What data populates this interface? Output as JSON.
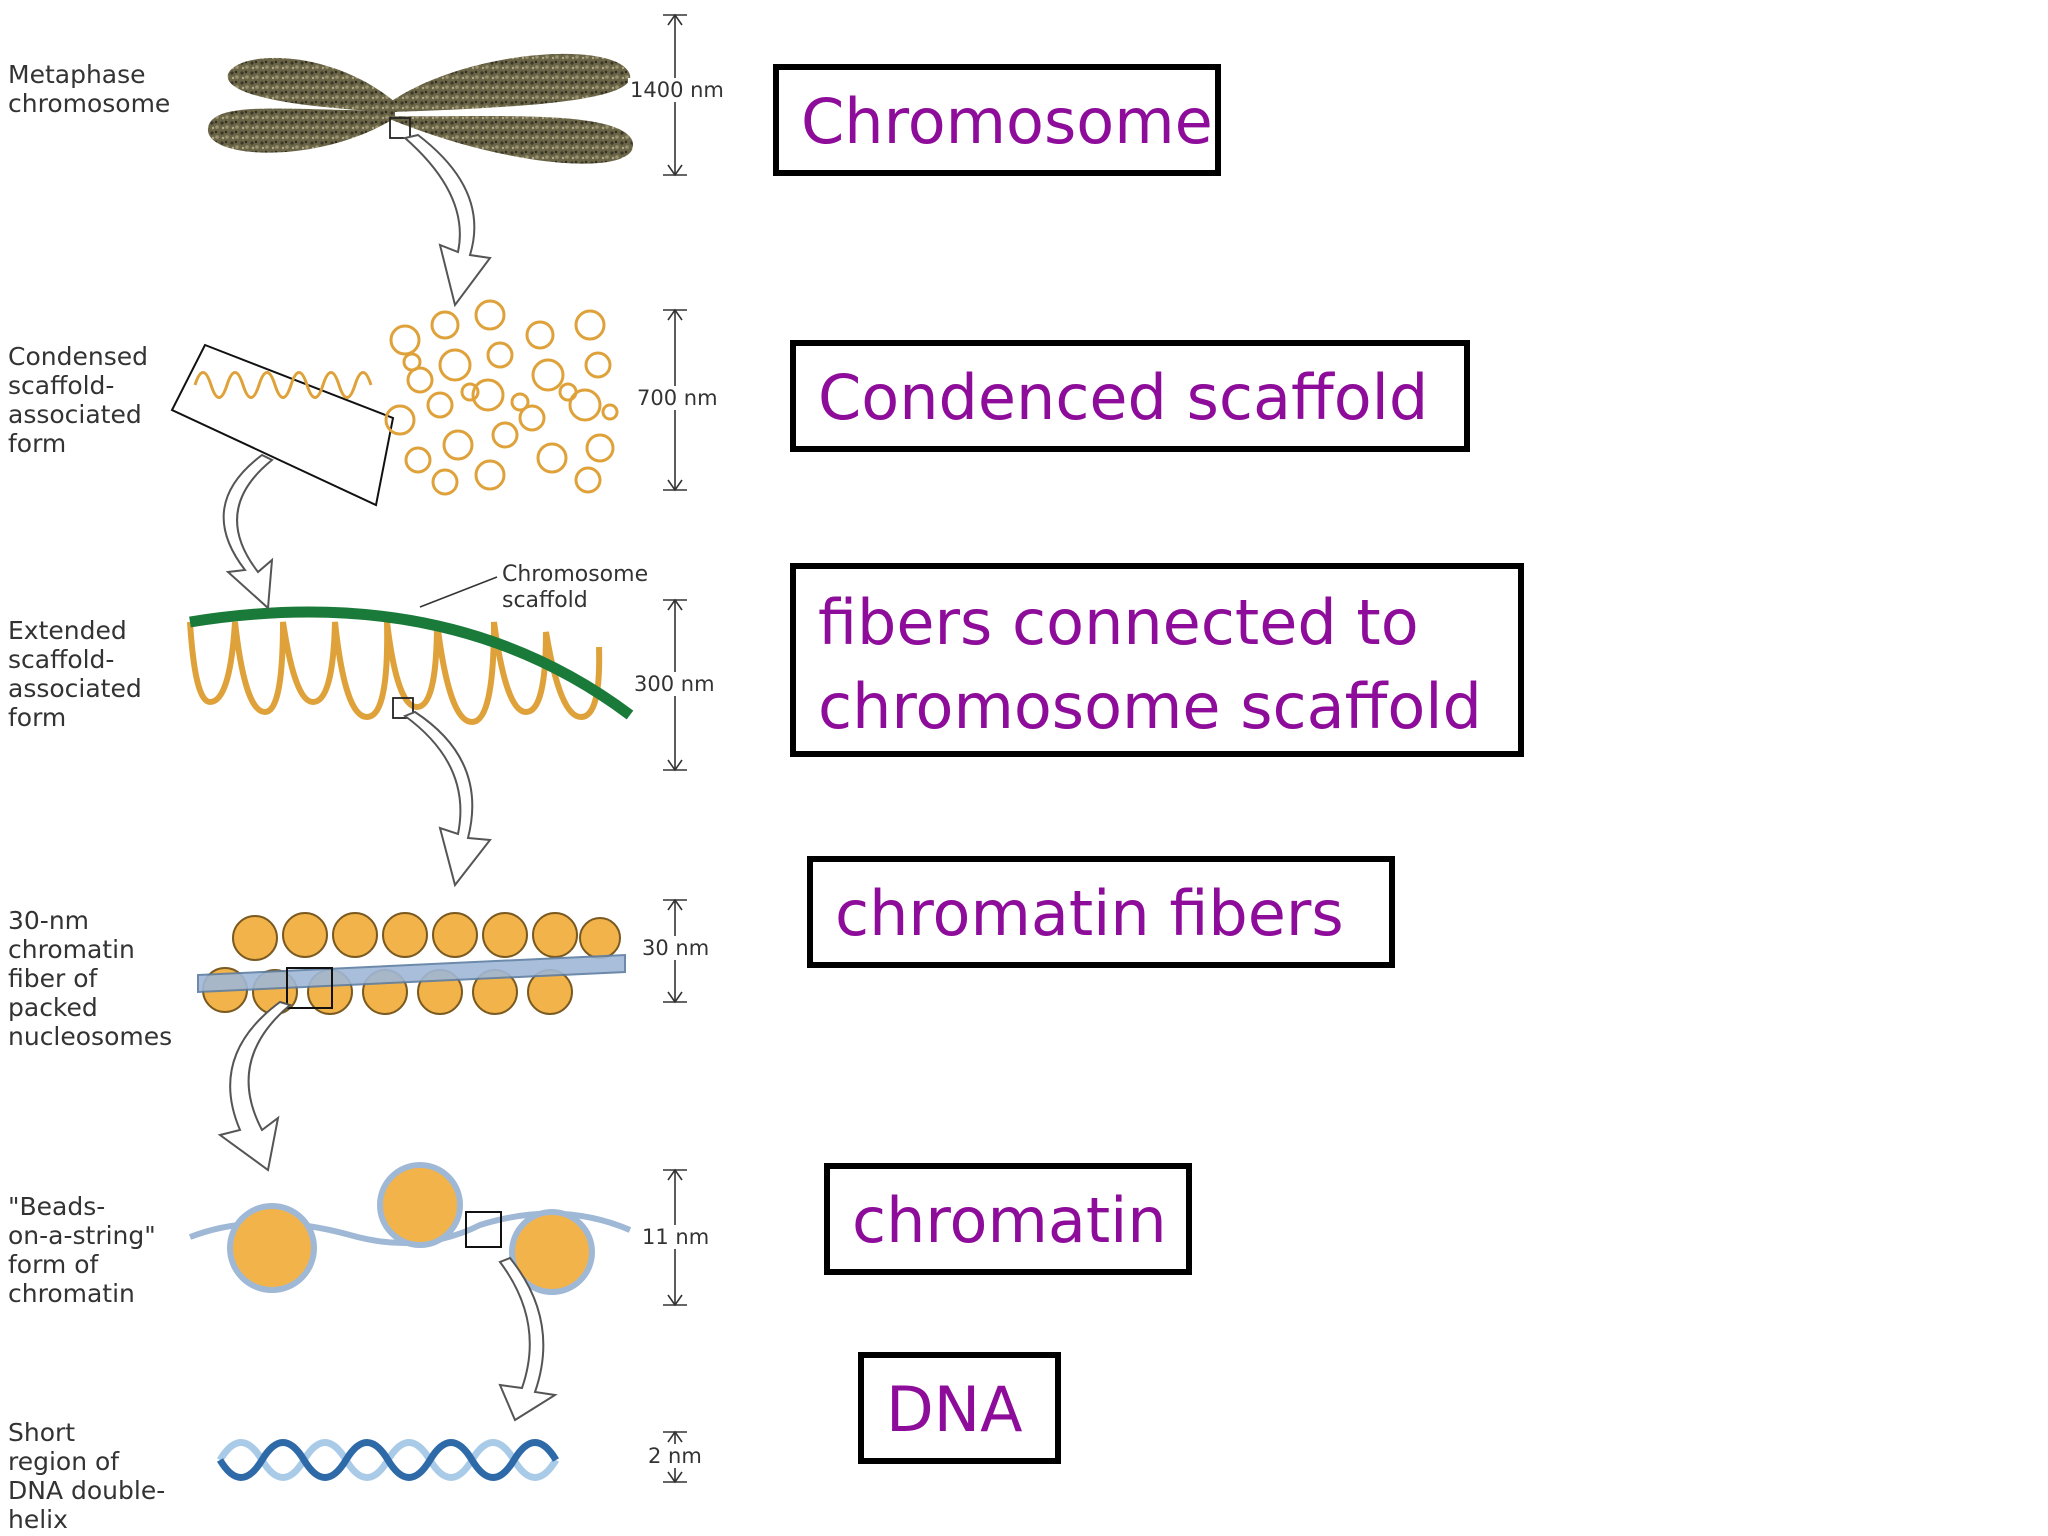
{
  "levels": [
    {
      "label": "Metaphase\nchromosome",
      "scale": "1400 nm",
      "box": "Chromosome"
    },
    {
      "label": "Condensed\nscaffold-\nassociated\nform",
      "scale": "700 nm",
      "box": "Condenced scaffold"
    },
    {
      "label": "Extended\nscaffold-\nassociated\nform",
      "scale": "300 nm",
      "box_lines": [
        "fibers connected to",
        "chromosome scaffold"
      ]
    },
    {
      "label": "30-nm\nchromatin\nfiber of\npacked\nnucleosomes",
      "scale": "30 nm",
      "box": "chromatin fibers"
    },
    {
      "label": "\"Beads-\non-a-string\"\nform of\nchromatin",
      "scale": "11 nm",
      "box": "chromatin"
    },
    {
      "label": "Short\nregion of\nDNA double-\nhelix",
      "scale": "2 nm",
      "box": "DNA"
    }
  ],
  "callout": "Chromosome\nscaffold",
  "colors": {
    "box_text": "#8e0c9a",
    "chromosome": "#6b6548",
    "fiber": "#dfa23a",
    "scaffold": "#1a7a3a",
    "nucleosome": "#f2b34a",
    "wrap": "#9fb8d6",
    "dna_dark": "#2f6aa8",
    "dna_light": "#a9cbe8"
  }
}
